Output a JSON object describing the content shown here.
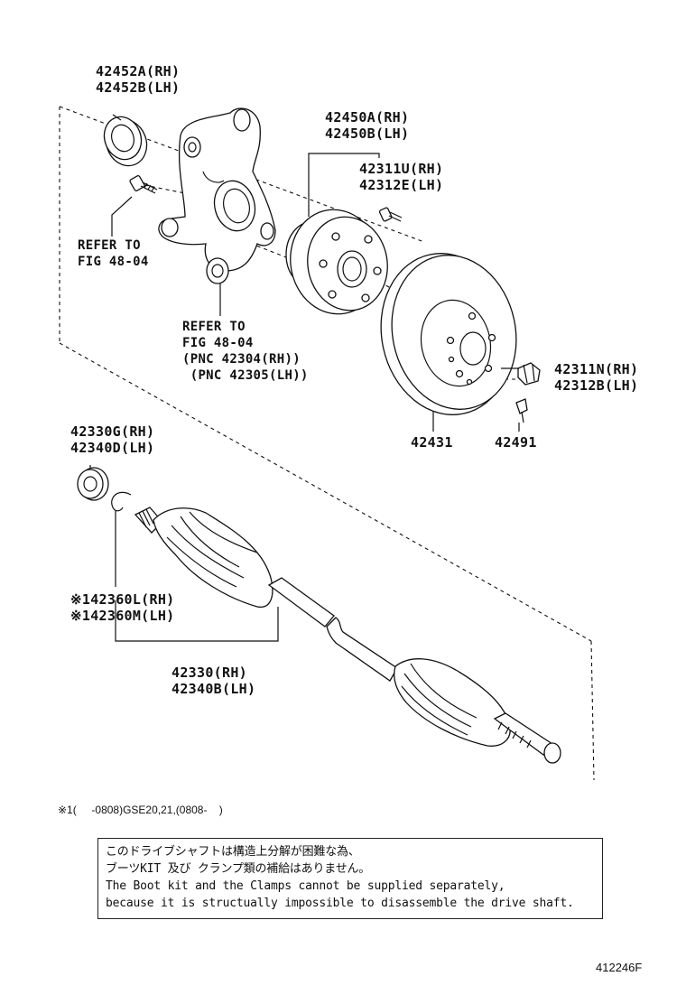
{
  "labels": {
    "bearing_cap": [
      "42452A(RH)",
      "42452B(LH)"
    ],
    "hub_assy": [
      "42450A(RH)",
      "42450B(LH)"
    ],
    "hub_bolt": [
      "42311U(RH)",
      "42312E(LH)"
    ],
    "refer_fig_bolt": [
      "REFER TO",
      "FIG 48-04"
    ],
    "refer_fig_knuckle": [
      "REFER TO",
      "FIG 48-04",
      "(PNC 42304(RH))",
      " (PNC 42305(LH))"
    ],
    "hub_nut": [
      "42311N(RH)",
      "42312B(LH)"
    ],
    "disc": "42431",
    "disc_screw": "42491",
    "dust_seal": [
      "42330G(RH)",
      "42340D(LH)"
    ],
    "snap_ring": [
      "※142360L(RH)",
      "※142360M(LH)"
    ],
    "drive_shaft": [
      "42330(RH)",
      "42340B(LH)"
    ]
  },
  "footnote": "※1(     -0808)GSE20,21,(0808-    )",
  "notice": [
    "このドライブシャフトは構造上分解が困難な為、",
    "ブーツKIT 及び クランプ類の補給はありません。",
    "The Boot kit and the Clamps cannot be supplied separately,",
    "because it is structually impossible to disassemble the drive shaft."
  ],
  "figure_id": "412246F",
  "parts_icons": [
    "bearing-cap-icon",
    "knuckle-icon",
    "hub-bearing-icon",
    "brake-disc-icon",
    "drive-shaft-icon",
    "bolt-icon",
    "nut-icon",
    "snap-ring-icon",
    "dust-seal-icon"
  ]
}
